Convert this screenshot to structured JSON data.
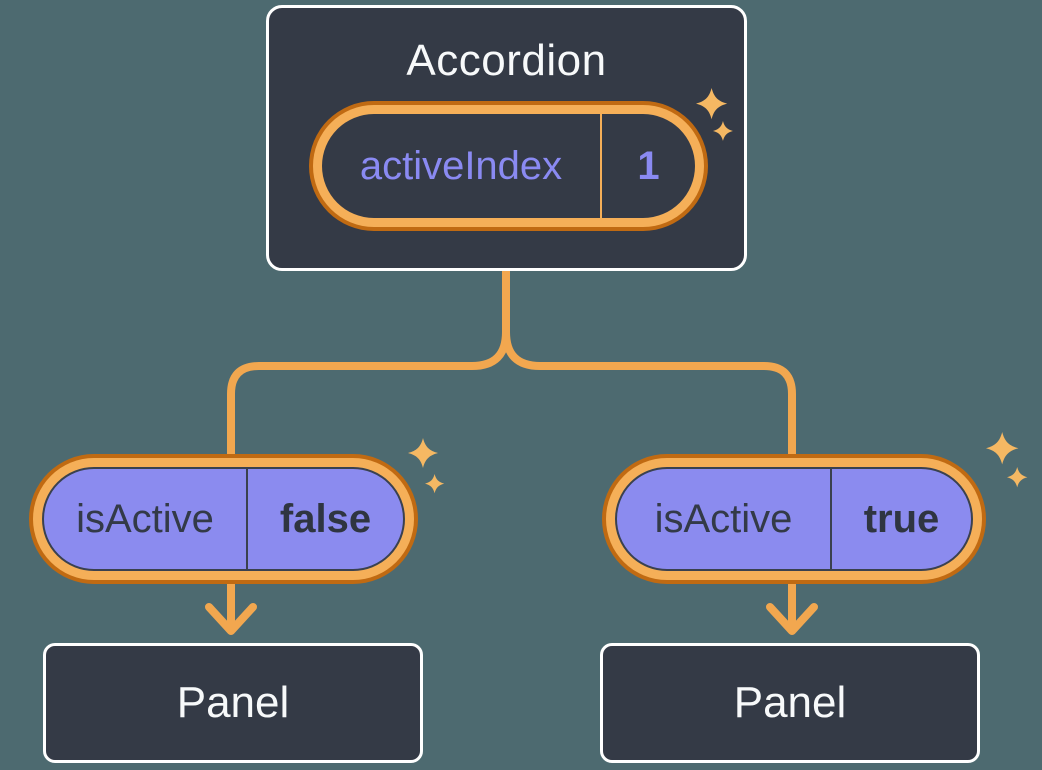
{
  "diagram": {
    "description": "React state diagram: parent Accordion holds activeIndex state, passes isActive props to two Panel children",
    "root": {
      "title": "Accordion",
      "state": {
        "name": "activeIndex",
        "value": "1"
      }
    },
    "children": [
      {
        "prop": {
          "name": "isActive",
          "value": "false"
        },
        "panel_label": "Panel"
      },
      {
        "prop": {
          "name": "isActive",
          "value": "true"
        },
        "panel_label": "Panel"
      }
    ],
    "icons": {
      "sparkles": "sparkle-icon"
    },
    "colors": {
      "background": "#4D6A70",
      "box_fill": "#343A46",
      "box_border": "#FFFFFF",
      "pill_fill": "#8B8BEF",
      "pill_border": "#3A414F",
      "ring_light_orange": "#F5AF58",
      "ring_dark_orange": "#C06A12",
      "connector_orange": "#F2A74F",
      "sparkle_orange": "#F5B863",
      "text_light": "#F7F9FA",
      "text_dark": "#333A48",
      "text_purple": "#8A8AF2"
    }
  }
}
